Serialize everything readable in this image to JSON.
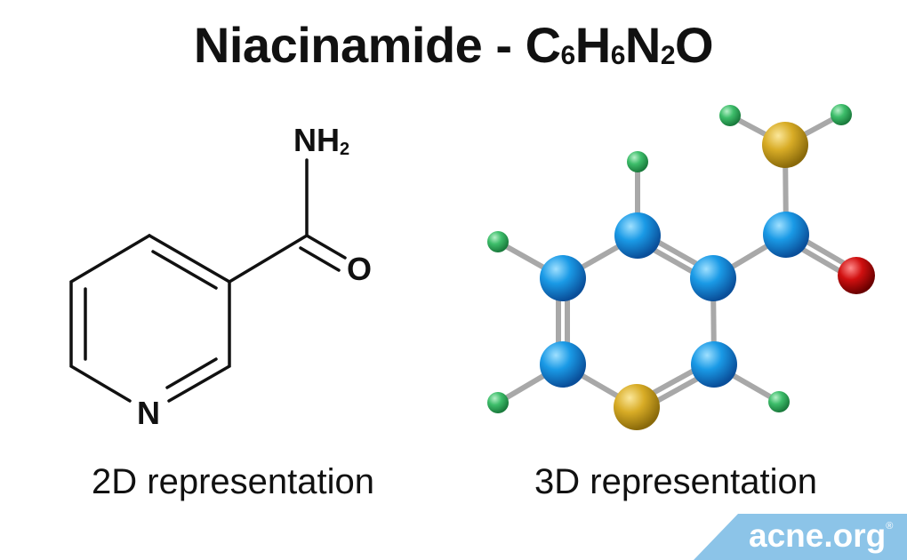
{
  "title": {
    "name": "Niacinamide - ",
    "formula": [
      {
        "el": "C",
        "n": "6"
      },
      {
        "el": "H",
        "n": "6"
      },
      {
        "el": "N",
        "n": "2"
      },
      {
        "el": "O",
        "n": ""
      }
    ]
  },
  "structure_2d": {
    "label": "2D representation",
    "atoms": {
      "amine": "NH",
      "amine_sub": "2",
      "oxygen": "O",
      "ring_nitrogen": "N"
    }
  },
  "structure_3d": {
    "label": "3D representation"
  },
  "colors": {
    "carbon": "#1a9ae6",
    "nitrogen": "#d8ac26",
    "oxygen": "#d01010",
    "hydrogen": "#3dbd6a",
    "bond": "#a8a8a8",
    "logo_bg": "#8cc4e8"
  },
  "logo": {
    "text": "acne.org",
    "mark": "®"
  }
}
